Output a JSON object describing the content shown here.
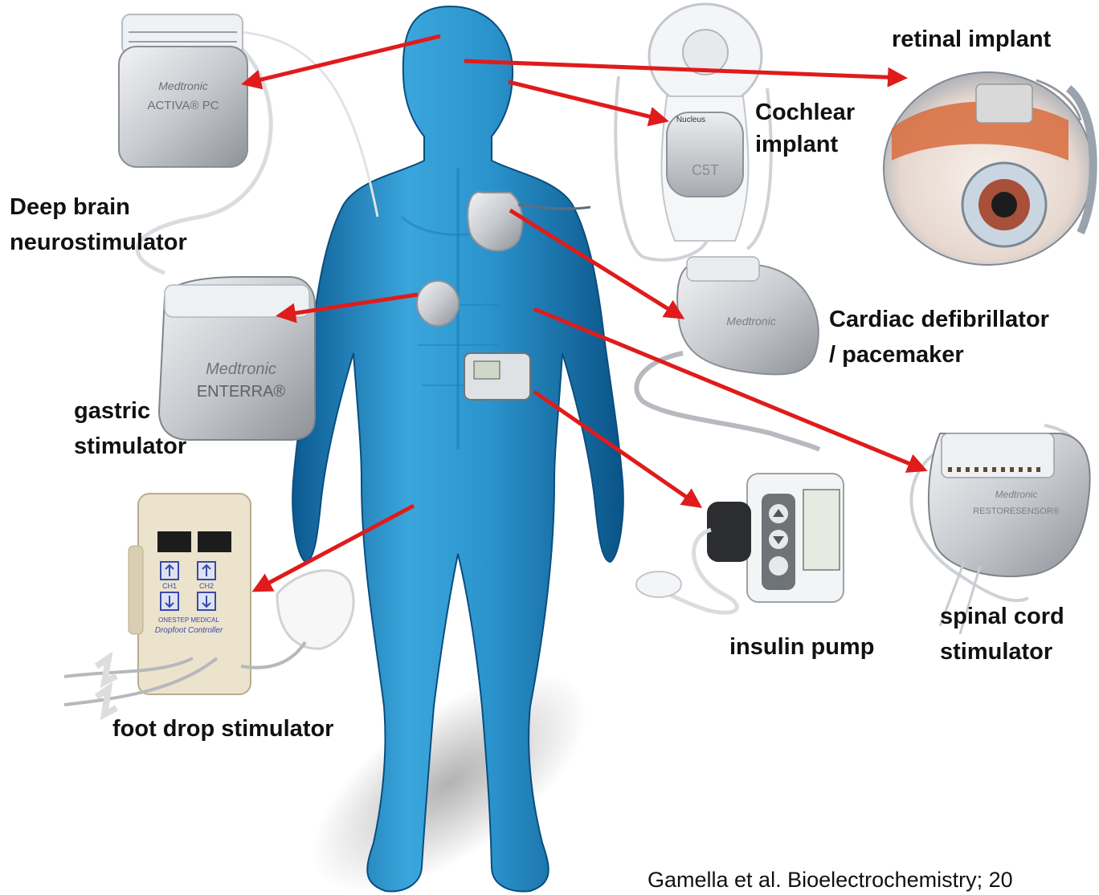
{
  "labels": {
    "retinal_implant": "retinal implant",
    "cochlear_line1": "Cochlear",
    "cochlear_line2": "implant",
    "deep_brain_line1": "Deep brain",
    "deep_brain_line2": "neurostimulator",
    "cardiac_line1": "Cardiac defibrillator",
    "cardiac_line2": "/ pacemaker",
    "gastric_line1": "gastric",
    "gastric_line2": "stimulator",
    "spinal_line1": "spinal cord",
    "spinal_line2": "stimulator",
    "insulin_pump": "insulin pump",
    "foot_drop": "foot drop stimulator"
  },
  "device_text": {
    "dbs_brand": "Medtronic",
    "dbs_model": "ACTIVA® PC",
    "gastric_brand": "Medtronic",
    "gastric_model": "ENTERRA®",
    "cardiac_brand": "Medtronic",
    "spinal_brand": "Medtronic",
    "spinal_model": "RESTORESENSOR®",
    "cochlear_brand": "Nucleus",
    "cochlear_model": "C5T",
    "footdrop_ch1": "CH1",
    "footdrop_ch2": "CH2",
    "footdrop_maker": "ONESTEP MEDICAL",
    "footdrop_name": "Dropfoot Controller"
  },
  "citation": "Gamella et al. Bioelectrochemistry; 20",
  "colors": {
    "arrow": "#e01b1b",
    "body": "#2a8fc8",
    "body_dark": "#0c5f97",
    "device_metal": "#c9ccd0"
  }
}
